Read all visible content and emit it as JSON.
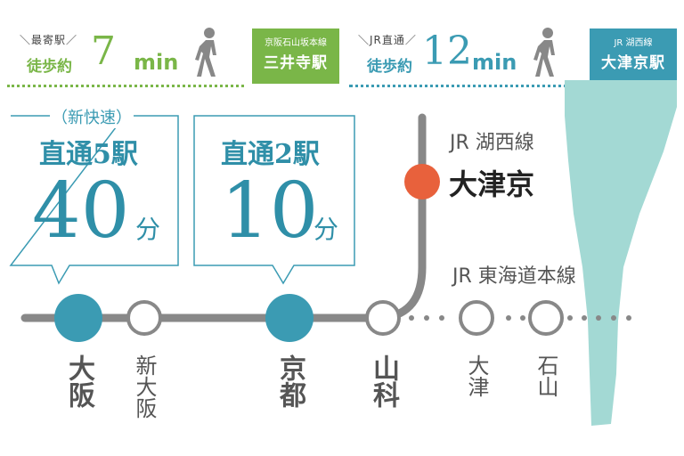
{
  "walk": [
    {
      "tag": "＼最寄駅／",
      "label": "徒歩約",
      "minutes": "7",
      "unit": "min",
      "line": "京阪石山坂本線",
      "station": "三井寺駅",
      "color": "#7ab648"
    },
    {
      "tag": "＼JR直通／",
      "label": "徒歩約",
      "minutes": "12",
      "unit": "min",
      "line": "JR 湖西線",
      "station": "大津京駅",
      "color": "#3b9bb3"
    }
  ],
  "callouts": [
    {
      "sub": "（新快速）",
      "head": "直通5駅",
      "num": "40",
      "unit": "分"
    },
    {
      "sub": "",
      "head": "直通2駅",
      "num": "10",
      "unit": "分"
    }
  ],
  "lines": {
    "kosei": "JR 湖西線",
    "tokaido": "JR 東海道本線",
    "otsukyo": "大津京"
  },
  "stations": [
    "大阪",
    "新大阪",
    "京都",
    "山科",
    "大津",
    "石山"
  ],
  "colors": {
    "line": "#888888",
    "major": "#3b9bb3",
    "highlight": "#e8613c",
    "lake": "#a3d9d4"
  }
}
